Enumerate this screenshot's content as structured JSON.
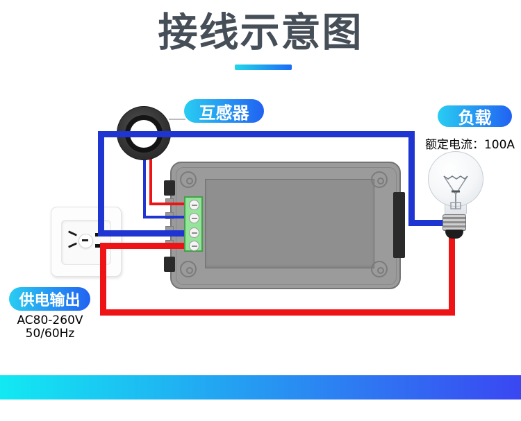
{
  "title": {
    "text": "接线示意图"
  },
  "callouts": {
    "transformer": {
      "label": "互感器"
    },
    "load": {
      "label": "负载",
      "note": "额定电流：100A"
    },
    "supply": {
      "label": "供电输出",
      "note_line1": "AC80-260V",
      "note_line2": "50/60Hz"
    }
  },
  "components": {
    "current_transformer": "互感器 current transformer ring",
    "meter": "power meter rear view with 4-pin terminal block",
    "socket": "AC wall socket",
    "bulb": "incandescent lamp load"
  },
  "colors": {
    "title_text": "#464e58",
    "badge_gradient_start": "#29cdf2",
    "badge_gradient_end": "#2162f2",
    "underline_gradient_start": "#22d6e8",
    "underline_gradient_end": "#1b6cf5",
    "wire_blue": "#1f35d2",
    "wire_red": "#ee1416",
    "terminal_green": "#94e49a",
    "meter_gray": "#9b9b9b",
    "bottom_bar_start": "#12e9f2",
    "bottom_bar_end": "#3a47f2"
  }
}
